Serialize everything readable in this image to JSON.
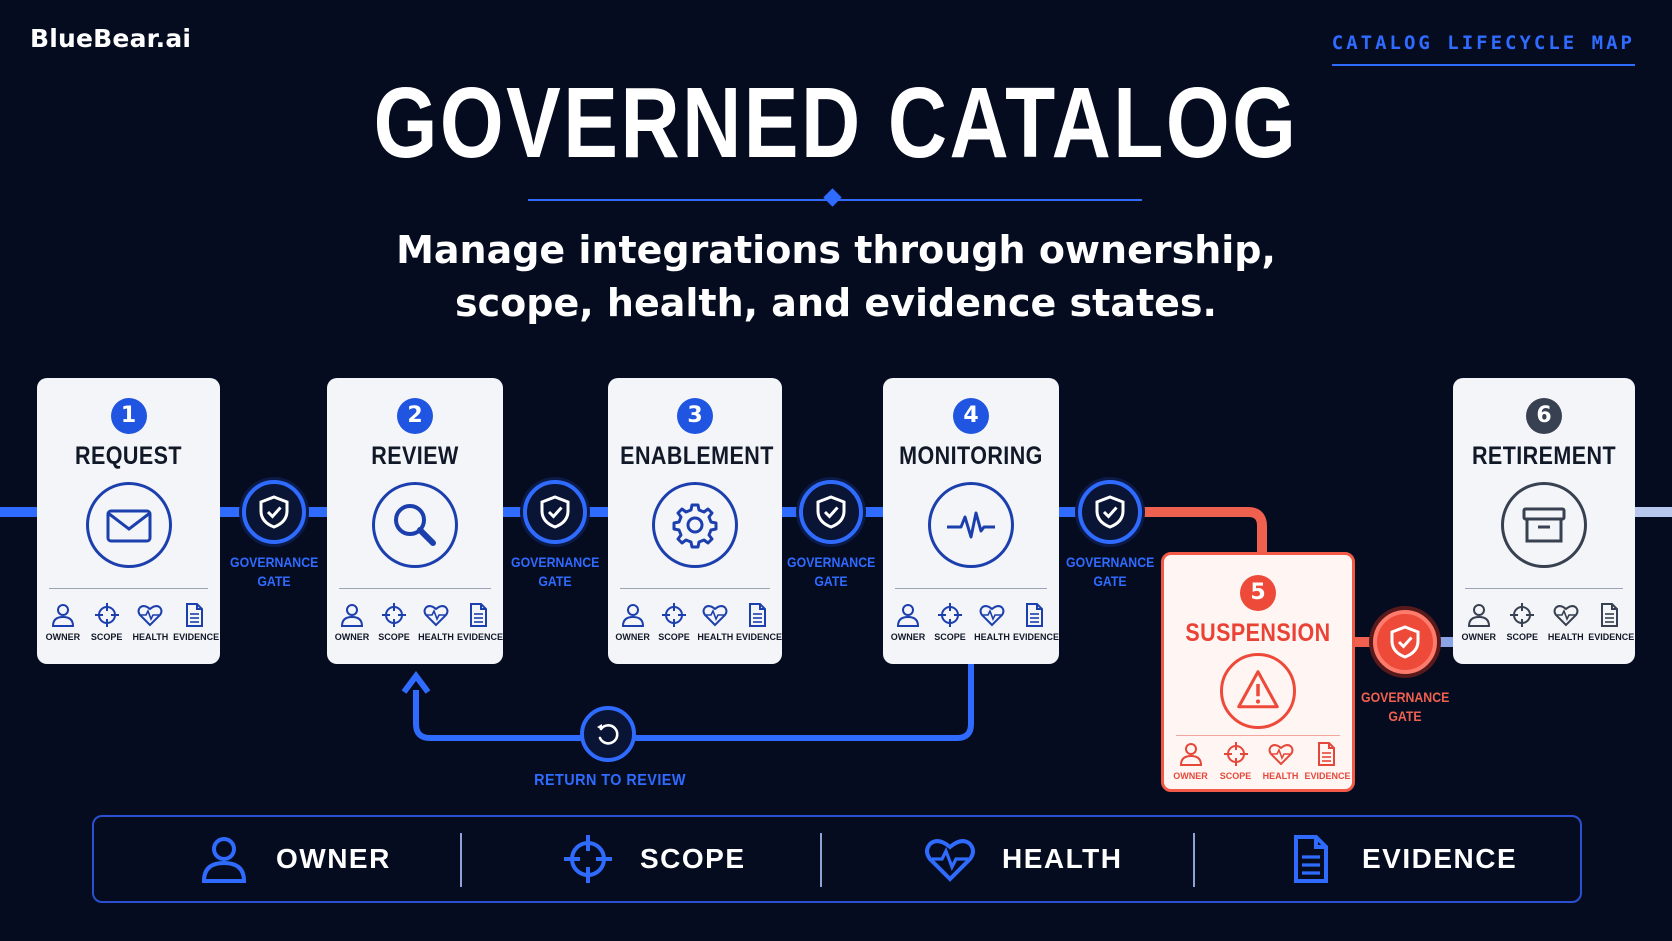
{
  "brand": "BlueBear.ai",
  "map_title": "CATALOG LIFECYCLE MAP",
  "title": "GOVERNED CATALOG",
  "subtitle_line1": "Manage integrations through ownership,",
  "subtitle_line2": "scope, health, and evidence states.",
  "tags": [
    "OWNER",
    "SCOPE",
    "HEALTH",
    "EVIDENCE"
  ],
  "stages": [
    {
      "num": "1",
      "name": "REQUEST",
      "icon": "envelope-icon"
    },
    {
      "num": "2",
      "name": "REVIEW",
      "icon": "magnifier-icon"
    },
    {
      "num": "3",
      "name": "ENABLEMENT",
      "icon": "gear-icon"
    },
    {
      "num": "4",
      "name": "MONITORING",
      "icon": "pulse-icon"
    },
    {
      "num": "5",
      "name": "SUSPENSION",
      "icon": "warning-icon"
    },
    {
      "num": "6",
      "name": "RETIREMENT",
      "icon": "archive-box-icon"
    }
  ],
  "gate_label_1": "GOVERNANCE",
  "gate_label_2": "GATE",
  "return_label": "RETURN TO REVIEW",
  "legend": [
    "OWNER",
    "SCOPE",
    "HEALTH",
    "EVIDENCE"
  ],
  "colors": {
    "background": "#050c20",
    "accent": "#2f6bff",
    "danger": "#ee4a3a",
    "card": "#f4f5f8"
  }
}
